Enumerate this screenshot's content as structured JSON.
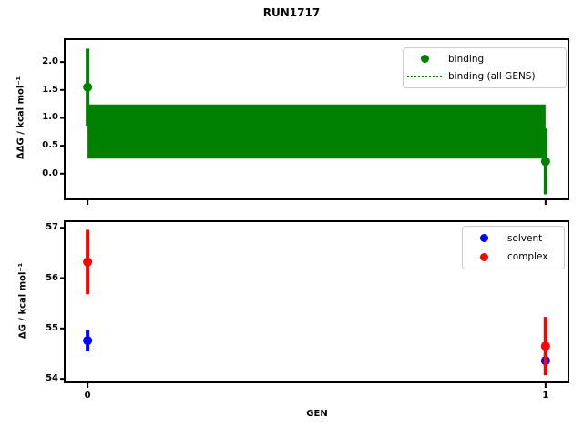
{
  "title": "RUN1717",
  "colors": {
    "binding": "#008000",
    "solvent": "#0000ff",
    "complex": "#ff0000",
    "spine": "#000000",
    "legend_border": "#cccccc",
    "background": "#ffffff"
  },
  "chart_data": [
    {
      "type": "scatter",
      "panel": "binding-panel",
      "ylabel": "ΔΔG / kcal mol⁻¹",
      "xlim": [
        -0.05,
        1.05
      ],
      "ylim": [
        -0.46,
        2.41
      ],
      "yticks": [
        0.0,
        0.5,
        1.0,
        1.5,
        2.0
      ],
      "ytick_labels": [
        "0.0",
        "0.5",
        "1.0",
        "1.5",
        "2.0"
      ],
      "xticks": [
        0,
        1
      ],
      "xtick_labels": [],
      "grid": false,
      "legend_position": "upper right",
      "series": [
        {
          "name": "binding",
          "color": "#008000",
          "x": [
            0,
            1
          ],
          "y": [
            1.55,
            0.22
          ],
          "yerr": [
            0.69,
            0.59
          ]
        }
      ],
      "band": {
        "name": "binding (all GENS)",
        "color": "#008000",
        "x": [
          0,
          1
        ],
        "low": 0.27,
        "high": 1.24,
        "value": 0.76
      },
      "legend": [
        {
          "label": "binding",
          "marker": "dot",
          "color": "#008000"
        },
        {
          "label": "binding (all GENS)",
          "marker": "dotted-line",
          "color": "#008000"
        }
      ]
    },
    {
      "type": "scatter",
      "panel": "dg-panel",
      "ylabel": "ΔG / kcal mol⁻¹",
      "xlabel": "GEN",
      "xlim": [
        -0.05,
        1.05
      ],
      "ylim": [
        53.93,
        57.13
      ],
      "yticks": [
        54,
        55,
        56,
        57
      ],
      "ytick_labels": [
        "54",
        "55",
        "56",
        "57"
      ],
      "xticks": [
        0,
        1
      ],
      "xtick_labels": [
        "0",
        "1"
      ],
      "grid": false,
      "legend_position": "upper right",
      "series": [
        {
          "name": "solvent",
          "color": "#0000ff",
          "x": [
            0,
            1
          ],
          "y": [
            54.76,
            54.36
          ],
          "yerr": [
            0.21,
            0.13
          ]
        },
        {
          "name": "complex",
          "color": "#ff0000",
          "x": [
            0,
            1
          ],
          "y": [
            56.32,
            54.65
          ],
          "yerr": [
            0.64,
            0.58
          ]
        }
      ],
      "legend": [
        {
          "label": "solvent",
          "marker": "dot",
          "color": "#0000ff"
        },
        {
          "label": "complex",
          "marker": "dot",
          "color": "#ff0000"
        }
      ]
    }
  ]
}
